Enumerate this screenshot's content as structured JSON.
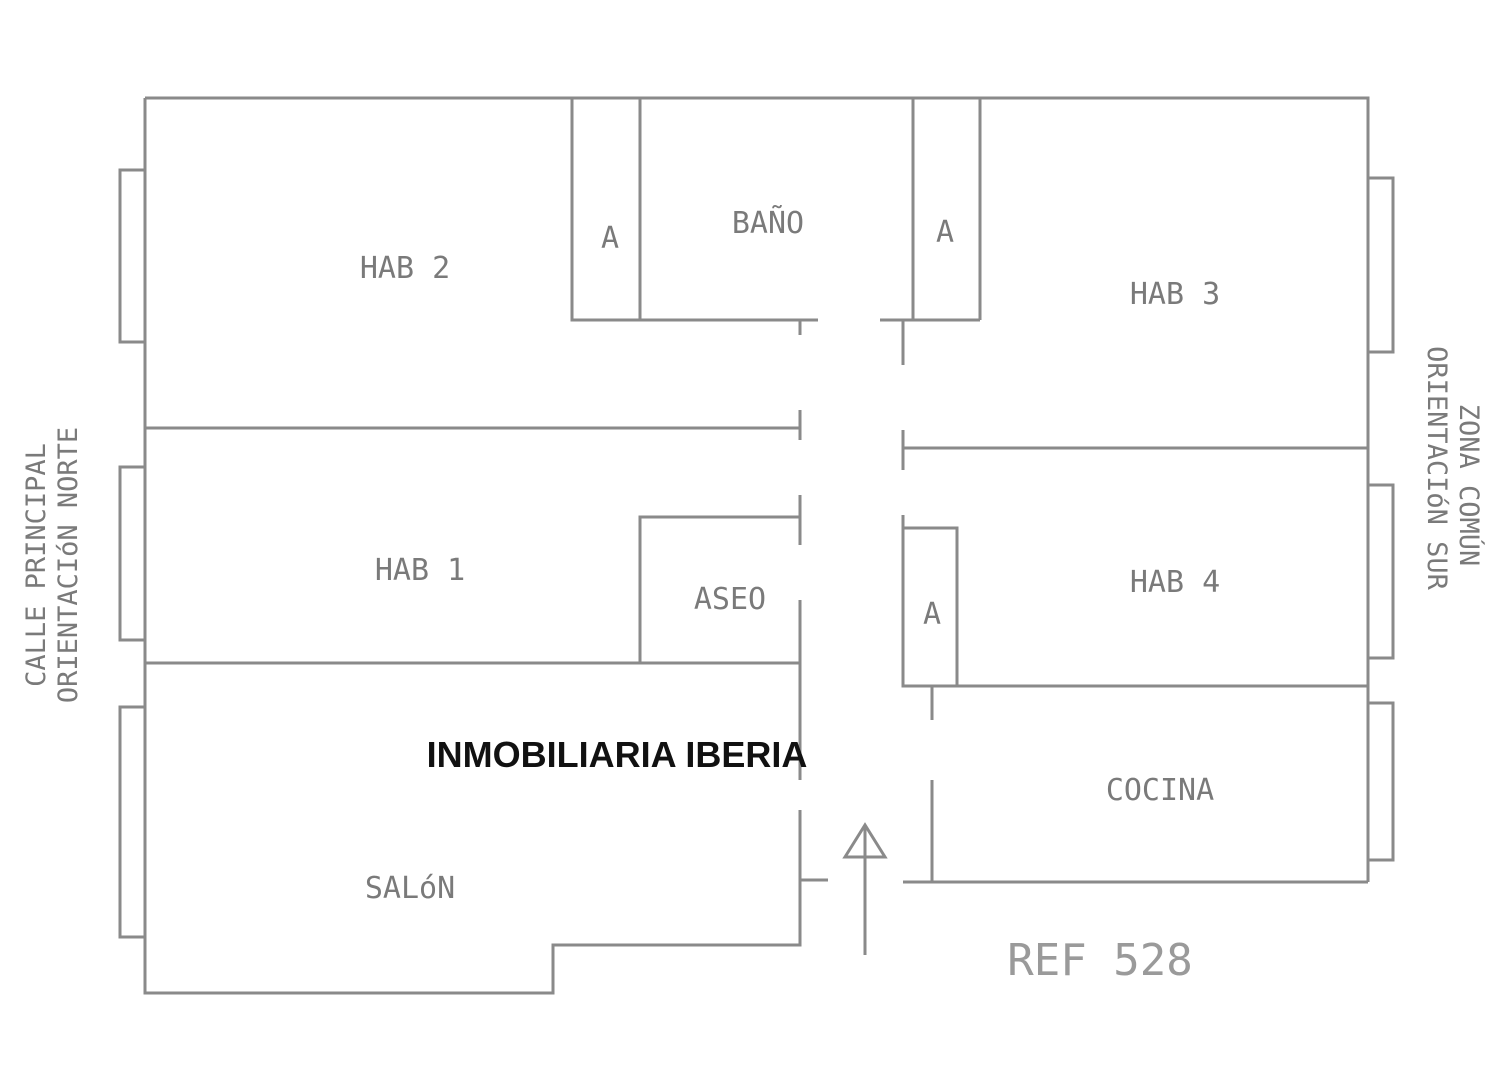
{
  "rooms": {
    "hab2": "HAB 2",
    "hab1": "HAB 1",
    "hab3": "HAB 3",
    "hab4": "HAB 4",
    "bano": "BAÑO",
    "aseo": "ASEO",
    "salon": "SALóN",
    "cocina": "COCINA",
    "armario_1": "A",
    "armario_2": "A",
    "armario_3": "A"
  },
  "brand": "INMOBILIARIA IBERIA",
  "reference": "REF 528",
  "orientation": {
    "left_line1": "CALLE PRINCIPAL",
    "left_line2": "ORIENTACIóN NORTE",
    "right_line1": "ZONA COMÚN",
    "right_line2": "ORIENTACIóN SUR"
  }
}
